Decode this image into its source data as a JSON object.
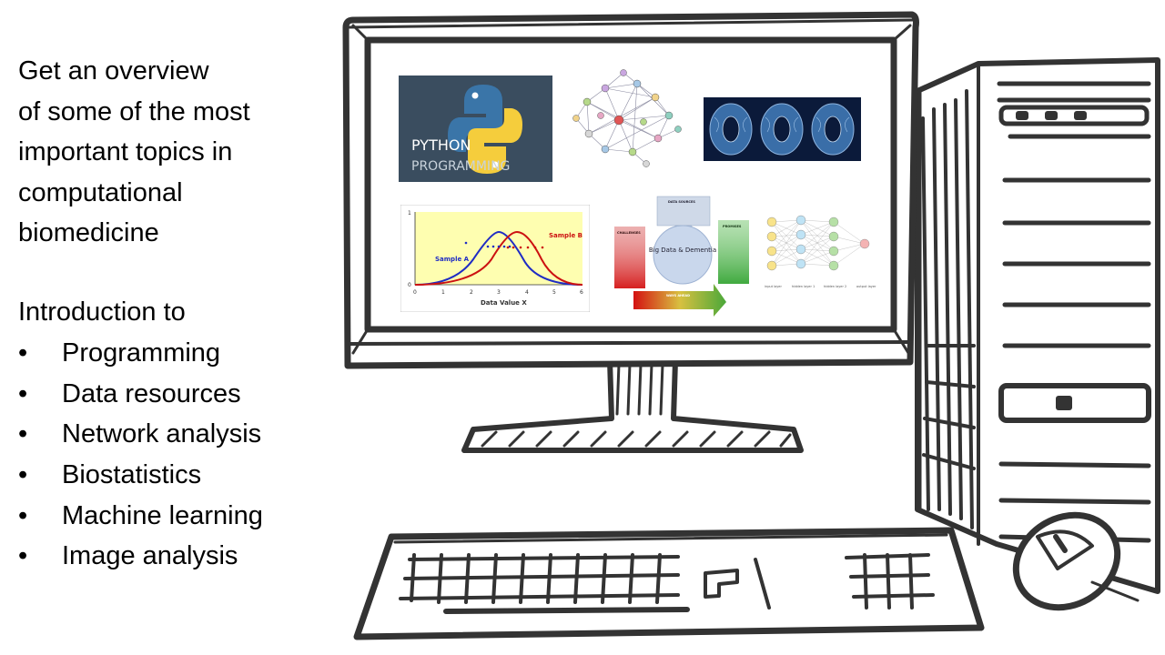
{
  "slide": {
    "heading_lines": [
      "Get an overview",
      "of some of the most",
      "important topics in",
      "computational",
      "biomedicine"
    ],
    "intro": "Introduction to",
    "bullet_char": "•",
    "topics": [
      "Programming",
      "Data resources",
      "Network analysis",
      "Biostatistics",
      "Machine learning",
      "Image analysis"
    ]
  },
  "screen_thumbnails": {
    "python": {
      "line1": "PYTHON",
      "line2": "PROGRAMMING",
      "bg_color": "#3a4d5f",
      "blue": "#3a75a8",
      "yellow": "#f5cd3c"
    },
    "network": {
      "icon": "protein-network-graph"
    },
    "brain_mri": {
      "icon": "brain-mri-scans",
      "bg_color": "#0b1a3a"
    },
    "distribution_plot": {
      "labels": [
        "Sample A",
        "Sample B"
      ],
      "x_axis_label": "Data Value X",
      "x_ticks": [
        "0",
        "1",
        "2",
        "3",
        "4",
        "5",
        "6"
      ],
      "y_ticks": [
        "0",
        "1"
      ],
      "colors": {
        "sample_a": "#1f2cc4",
        "sample_b": "#cc1111",
        "background": "#fefeb0"
      }
    },
    "big_data": {
      "center": "Big Data & Dementia",
      "top_box": "DATA SOURCES",
      "left_box": "CHALLENGES",
      "right_box": "PROMISES",
      "bottom_arrow": "WAYS AHEAD"
    },
    "neural_net": {
      "layer_labels": [
        "input layer",
        "hidden layer 1",
        "hidden layer 2",
        "output layer"
      ]
    }
  }
}
